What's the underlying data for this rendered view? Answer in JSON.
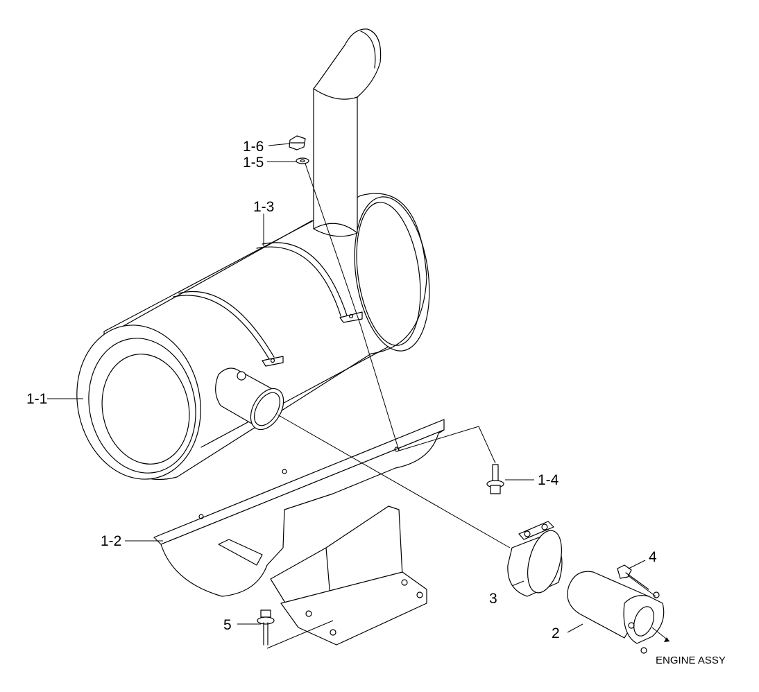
{
  "callouts": {
    "c1_1": "1-1",
    "c1_2": "1-2",
    "c1_3": "1-3",
    "c1_4": "1-4",
    "c1_5": "1-5",
    "c1_6": "1-6",
    "c2": "2",
    "c3": "3",
    "c4": "4",
    "c5": "5"
  },
  "note": "ENGINE ASSY",
  "colors": {
    "line": "#000000",
    "background": "#ffffff"
  }
}
